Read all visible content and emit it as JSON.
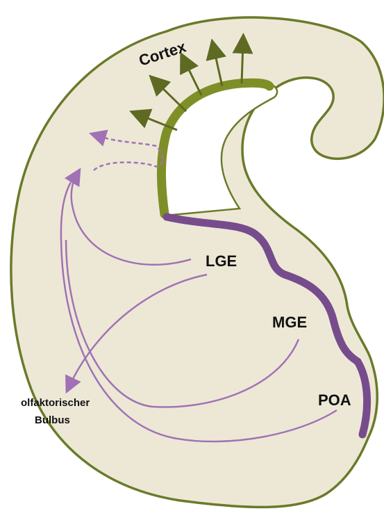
{
  "diagram": {
    "labels": {
      "cortex": "Cortex",
      "lge": "LGE",
      "mge": "MGE",
      "poa": "POA",
      "olfactory_line1": "olfaktorischer",
      "olfactory_line2": "Bulbus"
    },
    "colors": {
      "tissue_fill": "#EDE8D6",
      "outline": "#6B7A2A",
      "cortical_zone": "#7F8F28",
      "radial_arrows": "#5E6A22",
      "ventricular_zone": "#774C8C",
      "migration_paths": "#A072B4",
      "label_text": "#111111"
    },
    "arrow_types": [
      "radial-migration",
      "tangential-migration",
      "tangential-migration-dashed"
    ]
  }
}
